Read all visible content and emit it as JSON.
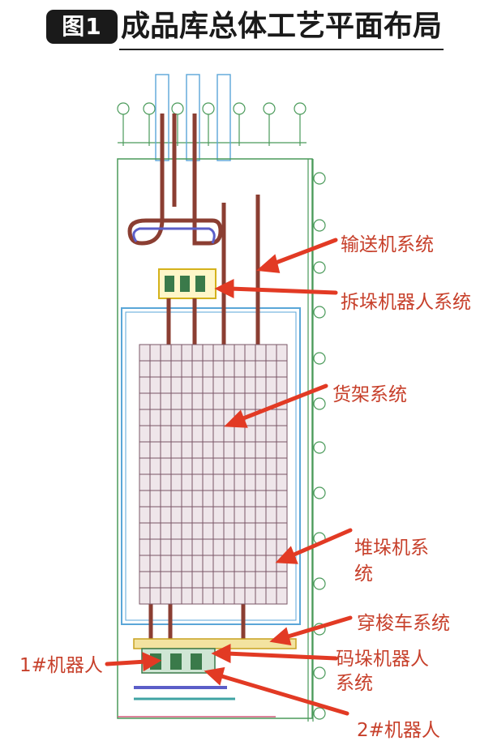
{
  "title": {
    "badge": "图1",
    "text": "成品库总体工艺平面布局"
  },
  "labels": {
    "conveyor": "输送机系统",
    "destacking": "拆垛机器人系统",
    "shelf": "货架系统",
    "stacker_line1": "堆垛机系",
    "stacker_line2": "统",
    "shuttle": "穿梭车系统",
    "palletizing_line1": "码垛机器人",
    "palletizing_line2": "系统",
    "robot1": "1#机器人",
    "robot2": "2#机器人"
  },
  "colors": {
    "label_red": "#c7402b",
    "arrow_red": "#e23a24",
    "rack": "#7a5566",
    "conveyor_brown": "#8b3e32",
    "frame_green": "#4a9a5a",
    "frame_blue": "#5aa6d8"
  }
}
